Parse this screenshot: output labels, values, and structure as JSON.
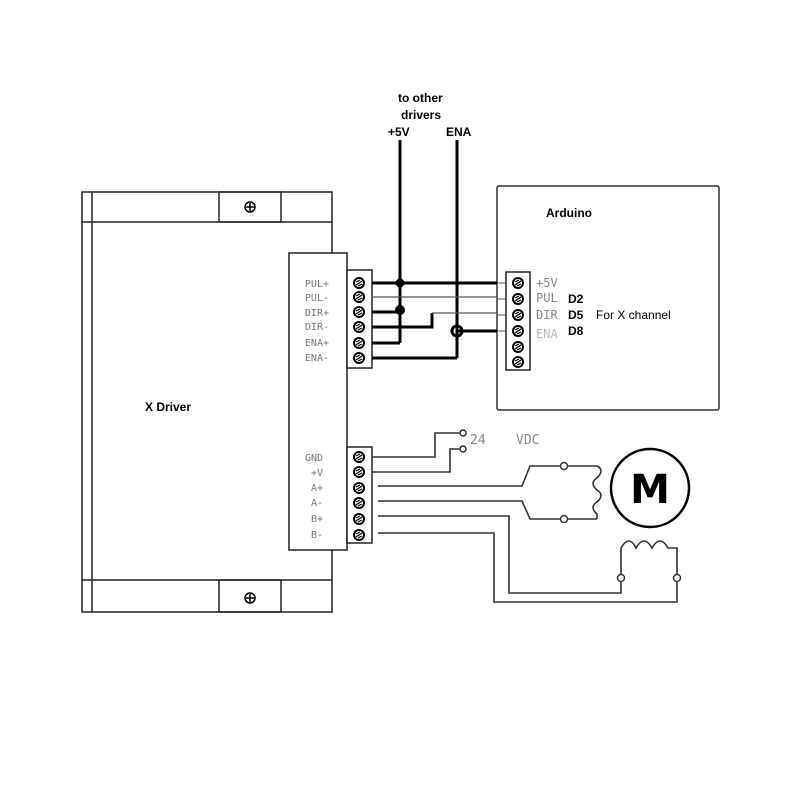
{
  "top_note": [
    "to other",
    "drivers"
  ],
  "bus_labels": {
    "plus5v": "+5V",
    "ena": "ENA"
  },
  "driver": {
    "name": "X Driver",
    "control_terminals": [
      "PUL+",
      "PUL-",
      "DIR+",
      "DIR-",
      "ENA+",
      "ENA-"
    ],
    "power_terminals": [
      "GND",
      "+V",
      "A+",
      "A-",
      "B+",
      "B-"
    ]
  },
  "arduino": {
    "name": "Arduino",
    "terminals": [
      "+5V",
      "PUL",
      "DIR",
      "ENA"
    ],
    "pins": [
      "D2",
      "D5",
      "D8"
    ],
    "channel_note": "For X channel"
  },
  "supply": {
    "voltage": "24",
    "unit": "VDC"
  },
  "motor": {
    "symbol": "M"
  }
}
